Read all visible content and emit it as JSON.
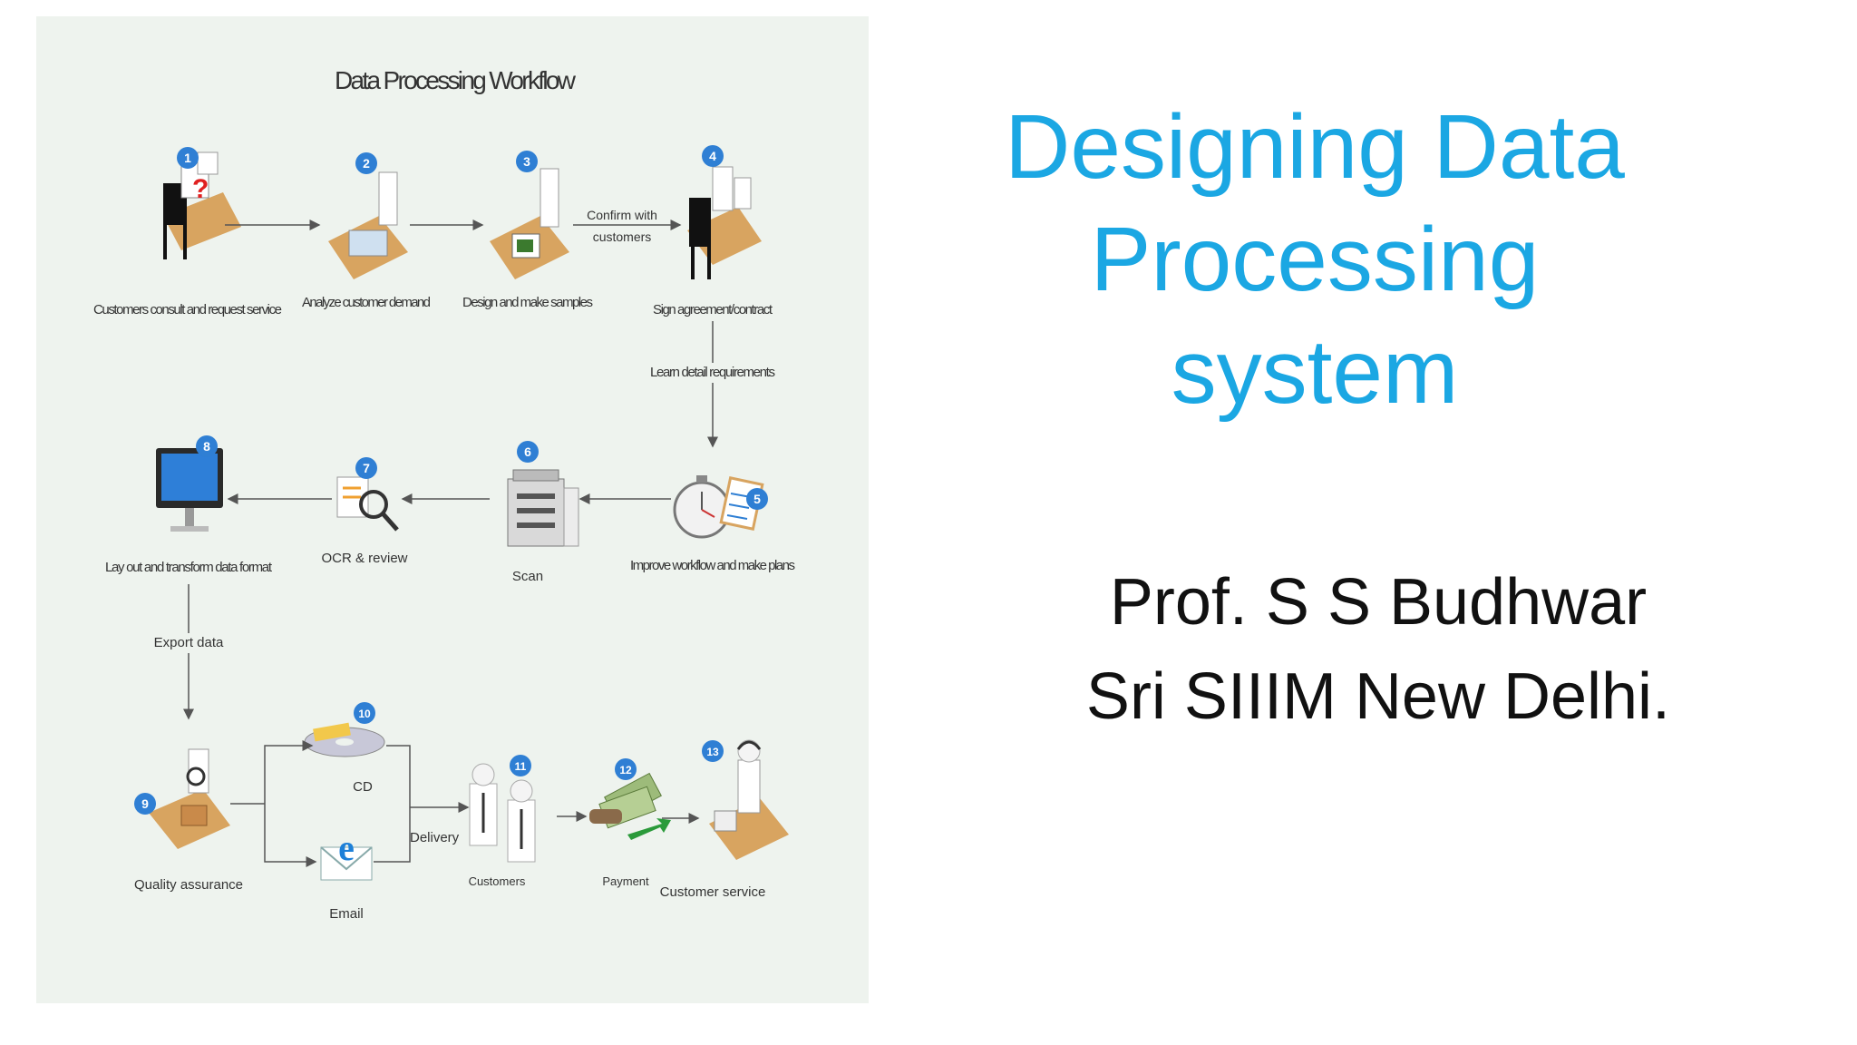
{
  "slide": {
    "title_lines": [
      "Designing Data",
      "Processing",
      "system"
    ],
    "author_lines": [
      "Prof. S S Budhwar",
      "Sri SIIIM New Delhi."
    ]
  },
  "diagram": {
    "title": "Data Processing Workflow",
    "steps": [
      {
        "num": "1",
        "label": "Customers consult and request service"
      },
      {
        "num": "2",
        "label": "Analyze customer demand"
      },
      {
        "num": "3",
        "label": "Design and make samples"
      },
      {
        "num": "4",
        "label": "Sign agreement/contract"
      },
      {
        "num": "5",
        "label": "Improve workflow and make plans"
      },
      {
        "num": "6",
        "label": "Scan"
      },
      {
        "num": "7",
        "label": "OCR & review"
      },
      {
        "num": "8",
        "label": "Lay out and transform data  format"
      },
      {
        "num": "9",
        "label": "Quality assurance"
      },
      {
        "num": "10",
        "label": "CD"
      },
      {
        "num": "11",
        "label": "Customers"
      },
      {
        "num": "12",
        "label": "Payment"
      },
      {
        "num": "13",
        "label": "Customer service"
      }
    ],
    "extra": {
      "email": "Email"
    },
    "edge_labels": {
      "confirm_line1": "Confirm with",
      "confirm_line2": "customers",
      "learn": "Learn detail requirements",
      "export": "Export data",
      "delivery": "Delivery"
    },
    "colors": {
      "badge": "#2f7fd4",
      "arrow": "#555555",
      "desk": "#d8a460",
      "accent_blue": "#1ba7e3"
    }
  }
}
